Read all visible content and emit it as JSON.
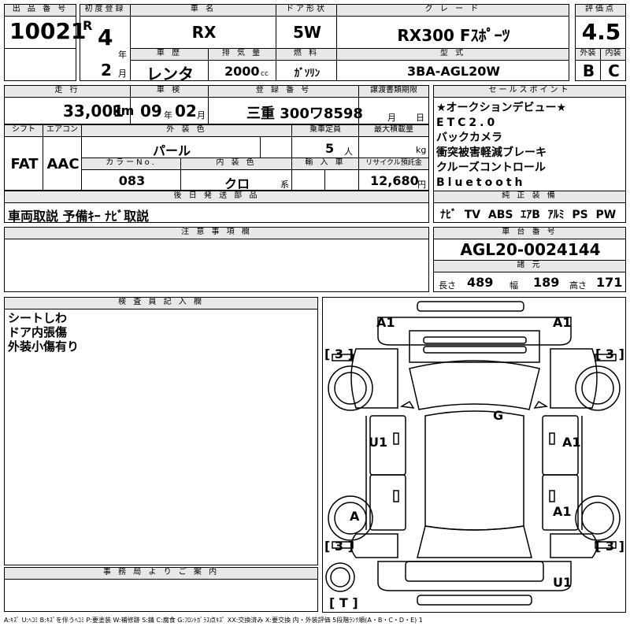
{
  "labels": {
    "lot_no": "出 品 番 号",
    "first_reg": "初度登録",
    "car_name": "車  名",
    "door": "ドア形状",
    "grade": "グ レ ー ド",
    "score": "評価点",
    "history": "車 歴",
    "displacement": "排 気 量",
    "fuel": "燃 料",
    "model": "型 式",
    "ext": "外装",
    "int": "内装",
    "mileage": "走 行",
    "inspection": "車 検",
    "reg_no": "登 録 番 号",
    "transfer": "譲渡書類期限",
    "sales_point": "セールスポイント",
    "shift": "シフト",
    "ac": "エアコン",
    "ext_color": "外 装 色",
    "capacity": "乗車定員",
    "max_load": "最大積載量",
    "color_no": "カラーNo.",
    "int_color": "内 装 色",
    "import": "輸 入 車",
    "recycle": "リサイクル預託金",
    "later_parts": "後 日 発 送 部 品",
    "genuine": "純 正 装 備",
    "notes": "注 意 事 項 欄",
    "chassis_no": "車 台 番 号",
    "specs": "諸 元",
    "inspector": "検 査 員 記 入 欄",
    "office": "事 務 局 よ り ご 案 内",
    "year_unit": "年",
    "month_unit": "月",
    "cc": "cc",
    "km": "km",
    "people": "人",
    "kg": "kg",
    "yen": "円",
    "kei": "系",
    "month": "月",
    "day": "日",
    "r": "R",
    "length": "長さ",
    "width": "幅",
    "height": "高さ"
  },
  "values": {
    "lot_no": "10021",
    "first_reg_year": "4",
    "first_reg_month": "2",
    "car_name": "RX",
    "door": "5W",
    "grade": "RX300 Fｽﾎﾟｰﾂ",
    "score": "4.5",
    "history": "レンタ",
    "displacement": "2000",
    "fuel": "ｶﾞｿﾘﾝ",
    "model": "3BA-AGL20W",
    "ext": "B",
    "int": "C",
    "mileage": "33,001",
    "inspection_year": "09",
    "inspection_month": "02",
    "reg_no": "三重 300ワ8598",
    "shift": "FAT",
    "ac": "AAC",
    "ext_color": "パール",
    "capacity": "5",
    "color_no": "083",
    "int_color": "クロ",
    "recycle": "12,680",
    "later_parts": "車両取説 予備ｷｰ ﾅﾋﾞ取説",
    "genuine": "ﾅﾋﾞ  TV  ABS  ｴｱB  ｱﾙﾐ  PS  PW",
    "chassis_no": "AGL20-0024144",
    "length": "489",
    "width": "189",
    "height": "171"
  },
  "sales_points": [
    "★オークションデビュー★",
    "ETC2.0",
    "バックカメラ",
    "衝突被害軽減ブレーキ",
    "クルーズコントロール",
    "Bluetooth"
  ],
  "inspector_notes": [
    "シートしわ",
    "ドア内張傷",
    "外装小傷有り"
  ],
  "diagram": {
    "a1_tl": "A1",
    "a1_tr": "A1",
    "g": "G",
    "u1_l": "U1",
    "a1_r": "A1",
    "a_l": "A",
    "a1_rb": "A1",
    "u1_b": "U1",
    "b3_tl": "[ 3 ]",
    "b3_tr": "[ 3 ]",
    "b3_bl": "[ 3 ]",
    "b3_br": "[ 3 ]",
    "t": "[ T ]"
  },
  "legend": "A:ｷｽﾞ U:ﾍｺﾐ B:ｷｽﾞを伴うﾍｺﾐ P:要塗装 W:補修跡 S:錆 C:腐食 G:ﾌﾛﾝﾄｶﾞﾗｽ点ｷｽﾞ XX:交換済み X:要交換 内・外装評価 5段階ﾗﾝｸ順(A・B・C・D・E) 1"
}
